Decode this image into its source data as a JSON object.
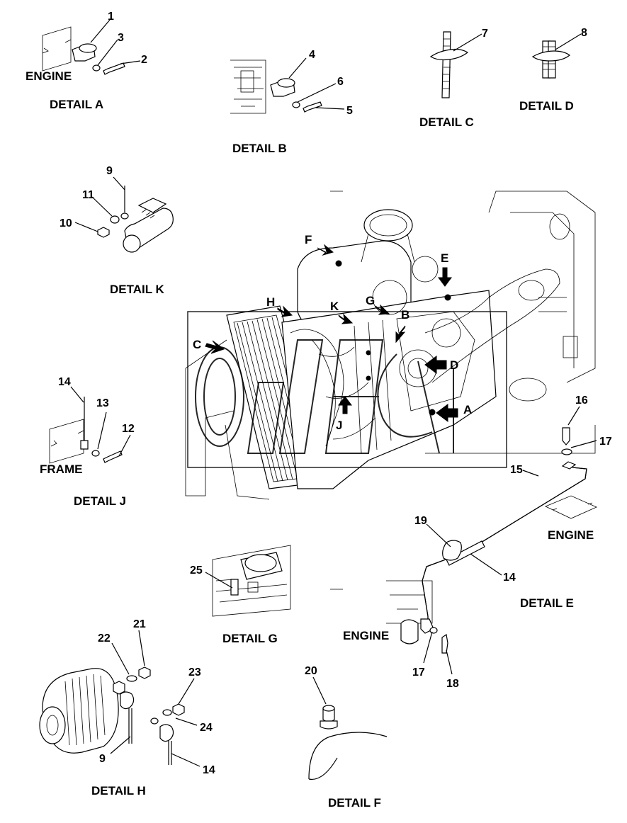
{
  "details": {
    "a": "DETAIL A",
    "b": "DETAIL B",
    "c": "DETAIL C",
    "d": "DETAIL D",
    "e": "DETAIL E",
    "f": "DETAIL F",
    "g": "DETAIL G",
    "h": "DETAIL H",
    "j": "DETAIL J",
    "k": "DETAIL K"
  },
  "words": {
    "engine": "ENGINE",
    "frame": "FRAME"
  },
  "callouts": [
    "1",
    "2",
    "3",
    "4",
    "5",
    "6",
    "7",
    "8",
    "9",
    "10",
    "11",
    "12",
    "13",
    "14",
    "15",
    "16",
    "17",
    "18",
    "19",
    "20",
    "21",
    "22",
    "23",
    "24",
    "25"
  ],
  "arrows": [
    "A",
    "B",
    "C",
    "D",
    "E",
    "F",
    "G",
    "H",
    "J",
    "K"
  ]
}
